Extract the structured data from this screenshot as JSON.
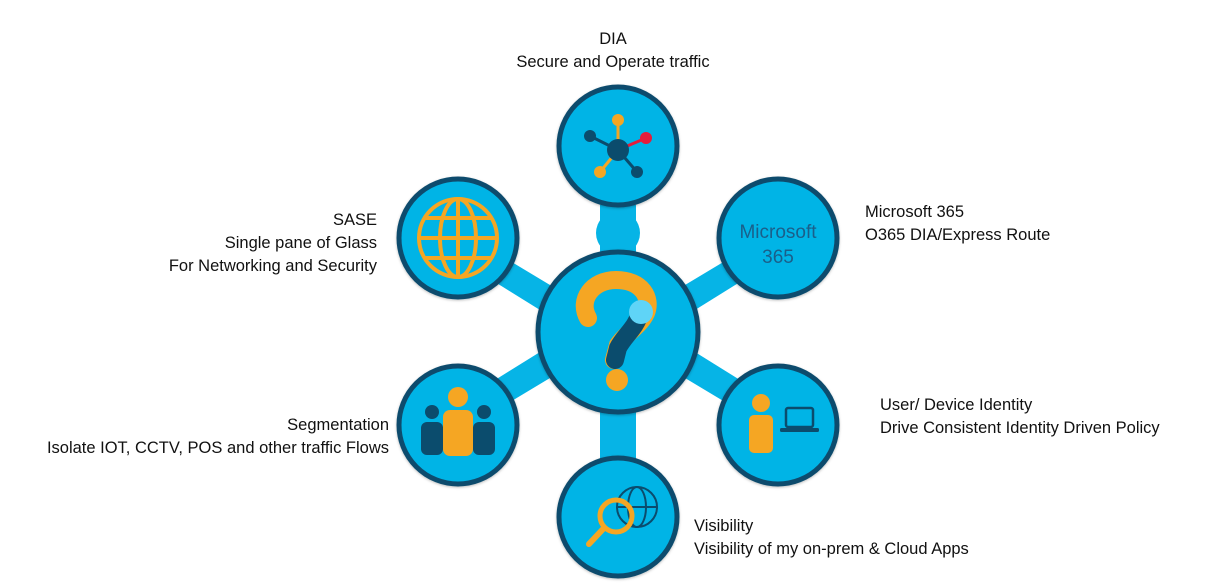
{
  "nodes": {
    "dia": {
      "title": "DIA",
      "subtitle": "Secure and Operate traffic"
    },
    "sase": {
      "title": "SASE",
      "line2": "Single pane of Glass",
      "line3": "For Networking and Security"
    },
    "microsoft": {
      "title": "Microsoft 365",
      "subtitle": "O365  DIA/Express Route",
      "logo_line1": "Microsoft",
      "logo_line2": "365"
    },
    "segmentation": {
      "title": "Segmentation",
      "subtitle": "Isolate IOT, CCTV, POS and other traffic Flows"
    },
    "identity": {
      "title": "User/ Device Identity",
      "subtitle": "Drive Consistent Identity Driven Policy"
    },
    "visibility": {
      "title": "Visibility",
      "subtitle": "Visibility of my on-prem & Cloud Apps"
    }
  },
  "icons": {
    "center": "question-mark-icon",
    "dia": "network-hub-icon",
    "sase": "globe-icon",
    "microsoft": "microsoft-365-logo",
    "segmentation": "people-group-icon",
    "identity": "user-laptop-icon",
    "visibility": "magnifier-globe-icon"
  },
  "colors": {
    "bubble": "#06b4e6",
    "ring": "#0b4c6d",
    "accent": "#f5a623",
    "highlight": "#e31d3b",
    "dark": "#0b4c6d"
  }
}
